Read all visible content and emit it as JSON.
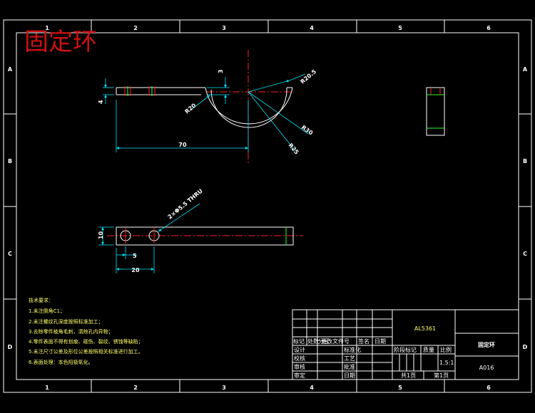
{
  "title_overlay": "固定环",
  "zone_columns": [
    "1",
    "2",
    "3",
    "4",
    "5",
    "6"
  ],
  "zone_rows": [
    "A",
    "B",
    "C",
    "D"
  ],
  "dimensions": {
    "d3": "3",
    "d4": "4",
    "r20_5": "R20.5",
    "r30": "R30",
    "r20": "R20",
    "r25": "R25",
    "d70": "70",
    "hole_callout": "2×Φ5.5 THRU",
    "d10": "10",
    "d5": "5",
    "d20": "20"
  },
  "tech_notes": {
    "heading": "技术要求：",
    "items": [
      "1.未注倒角C1；",
      "2.未注螺纹孔深度按照标准加工；",
      "3.去除零件棱角毛刺，清除孔内异物；",
      "4.零件表面不得有划痕、碰伤、裂纹、锈蚀等缺陷；",
      "5.未注尺寸公差及形位公差按照相关标准进行加工。",
      "6.表面处理：本色阳极氧化。"
    ]
  },
  "title_block": {
    "drawing_number": "AL5361",
    "part_name": "固定环",
    "material": "A016",
    "col_headers": [
      "标记",
      "处数",
      "分区",
      "更改文件号",
      "签名",
      "日期"
    ],
    "sign_rows": [
      [
        "设计",
        "标准化"
      ],
      [
        "校核",
        "工艺"
      ],
      [
        "审核",
        "批准"
      ],
      [
        "审定",
        "日期"
      ]
    ],
    "stage_label": "阶段标记",
    "weight_label": "质量",
    "scale_label": "比例",
    "scale_value": "1.5:1",
    "sheets_total": "共1页",
    "sheet_current": "第1页"
  }
}
